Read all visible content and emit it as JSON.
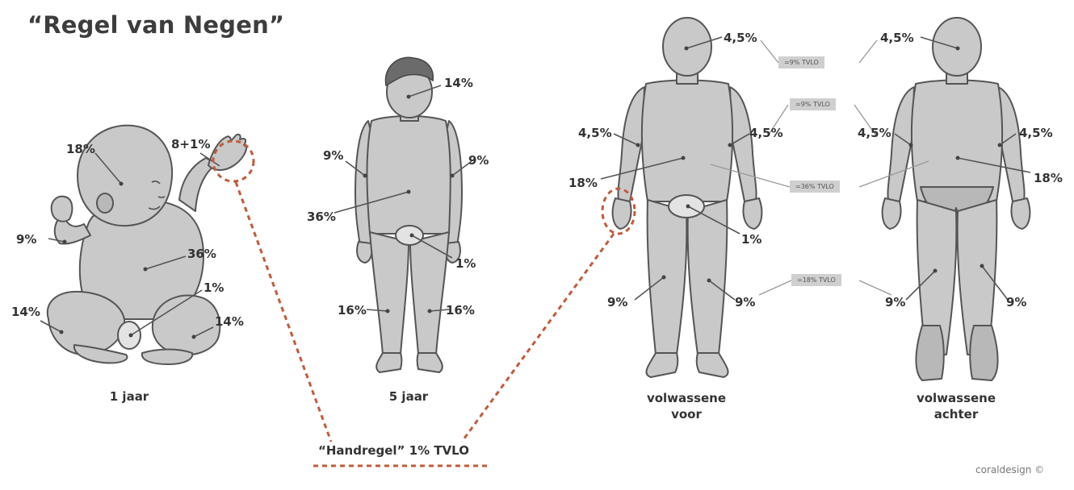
{
  "title": "“Regel van Negen”",
  "labels": {
    "baby_head": "18%",
    "baby_arm_up": "8+1%",
    "baby_arm_left": "9%",
    "baby_torso": "36%",
    "baby_genital": "1%",
    "baby_leg_left": "14%",
    "baby_leg_right": "14%",
    "child_head": "14%",
    "child_arm_left": "9%",
    "child_arm_right": "9%",
    "child_torso": "36%",
    "child_genital": "1%",
    "child_leg_left": "16%",
    "child_leg_right": "16%",
    "front_head": "4,5%",
    "front_arm_left": "4,5%",
    "front_arm_right": "4,5%",
    "front_torso": "18%",
    "front_genital": "1%",
    "front_leg_left": "9%",
    "front_leg_right": "9%",
    "back_head": "4,5%",
    "back_arm_left": "4,5%",
    "back_arm_right": "4,5%",
    "back_torso": "18%",
    "back_leg_left": "9%",
    "back_leg_right": "9%"
  },
  "tags": {
    "head": "=9% TVLO",
    "arms": "=9% TVLO",
    "torso": "=36% TVLO",
    "legs": "=18% TVLO"
  },
  "captions": {
    "baby": "1 jaar",
    "child": "5 jaar",
    "front_line1": "volwassene",
    "front_line2": "voor",
    "back_line1": "volwassene",
    "back_line2": "achter"
  },
  "hand_rule": "“Handregel” 1% TVLO",
  "credit": "coraldesign ©",
  "colors": {
    "body_fill": "#c9c9c9",
    "body_dark": "#a9a9a9",
    "outline": "#555555",
    "dash": "#c25a3a",
    "leader": "#555555",
    "tag_bg": "#cfcfcf"
  }
}
